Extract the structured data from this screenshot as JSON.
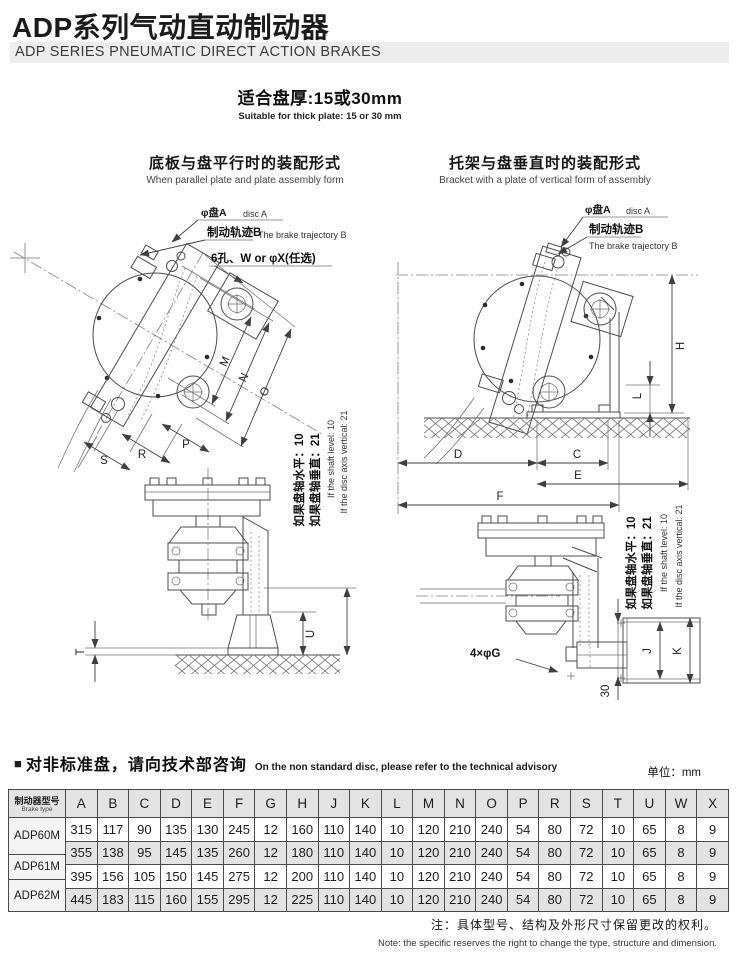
{
  "header": {
    "title_cn": "ADP系列气动直动制动器",
    "title_en": "ADP SERIES PNEUMATIC DIRECT ACTION BRAKES"
  },
  "intro": {
    "fit_cn": "适合盘厚:15或30mm",
    "fit_en": "Suitable for thick plate: 15 or 30 mm"
  },
  "drawings": {
    "left": {
      "title_cn": "底板与盘平行时的装配形式",
      "title_en": "When parallel plate and plate assembly form",
      "disc_cn": "φ盘A",
      "disc_en": "disc A",
      "traj_cn": "制动轨迹B",
      "traj_en": "The brake trajectory B",
      "holes": "6孔、W or φX(任选)",
      "dims": {
        "m": "M",
        "n": "N",
        "o": "O",
        "p": "P",
        "r": "R",
        "s": "S",
        "t": "T",
        "u": "U"
      },
      "note_cn_1": "如果盘轴水平：10",
      "note_cn_2": "如果盘轴垂直：21",
      "note_en_1": "If the shaft level: 10",
      "note_en_2": "If the disc axis vertical: 21"
    },
    "right": {
      "title_cn": "托架与盘垂直时的装配形式",
      "title_en": "Bracket with a plate of vertical form of assembly",
      "disc_cn": "φ盘A",
      "disc_en": "disc A",
      "traj_cn": "制动轨迹B",
      "traj_en": "The brake trajectory B",
      "holes": "4×φG",
      "dim_30": "30",
      "dims": {
        "h": "H",
        "l": "L",
        "d": "D",
        "c": "C",
        "e": "E",
        "f": "F",
        "j": "J",
        "k": "K"
      },
      "note_cn_1": "如果盘轴水平：10",
      "note_cn_2": "如果盘轴垂直：21",
      "note_en_1": "If the shaft level: 10",
      "note_en_2": "If the disc axis vertical: 21"
    }
  },
  "advisory": {
    "bullet": "■",
    "cn": "对非标准盘，请向技术部咨询",
    "en": "On the non standard disc, please refer to the technical advisory",
    "unit": "单位：mm"
  },
  "table": {
    "rowheader_cn": "制动器型号",
    "rowheader_en": "Brake type",
    "columns": [
      "A",
      "B",
      "C",
      "D",
      "E",
      "F",
      "G",
      "H",
      "J",
      "K",
      "L",
      "M",
      "N",
      "O",
      "P",
      "R",
      "S",
      "T",
      "U",
      "W",
      "X"
    ],
    "models": [
      "ADP60M",
      "ADP61M",
      "ADP62M"
    ],
    "rows": [
      [
        "315",
        "117",
        "90",
        "135",
        "130",
        "245",
        "12",
        "160",
        "110",
        "140",
        "10",
        "120",
        "210",
        "240",
        "54",
        "80",
        "72",
        "10",
        "65",
        "8",
        "9"
      ],
      [
        "355",
        "138",
        "95",
        "145",
        "135",
        "260",
        "12",
        "180",
        "110",
        "140",
        "10",
        "120",
        "210",
        "240",
        "54",
        "80",
        "72",
        "10",
        "65",
        "8",
        "9"
      ],
      [
        "395",
        "156",
        "105",
        "150",
        "145",
        "275",
        "12",
        "200",
        "110",
        "140",
        "10",
        "120",
        "210",
        "240",
        "54",
        "80",
        "72",
        "10",
        "65",
        "8",
        "9"
      ],
      [
        "445",
        "183",
        "115",
        "160",
        "155",
        "295",
        "12",
        "225",
        "110",
        "140",
        "10",
        "120",
        "210",
        "240",
        "54",
        "80",
        "72",
        "10",
        "65",
        "8",
        "9"
      ]
    ]
  },
  "footer": {
    "note_cn": "注：具体型号、结构及外形尺寸保留更改的权利。",
    "note_en": "Note: the specific reserves the right to change the type, structure and dimension."
  }
}
